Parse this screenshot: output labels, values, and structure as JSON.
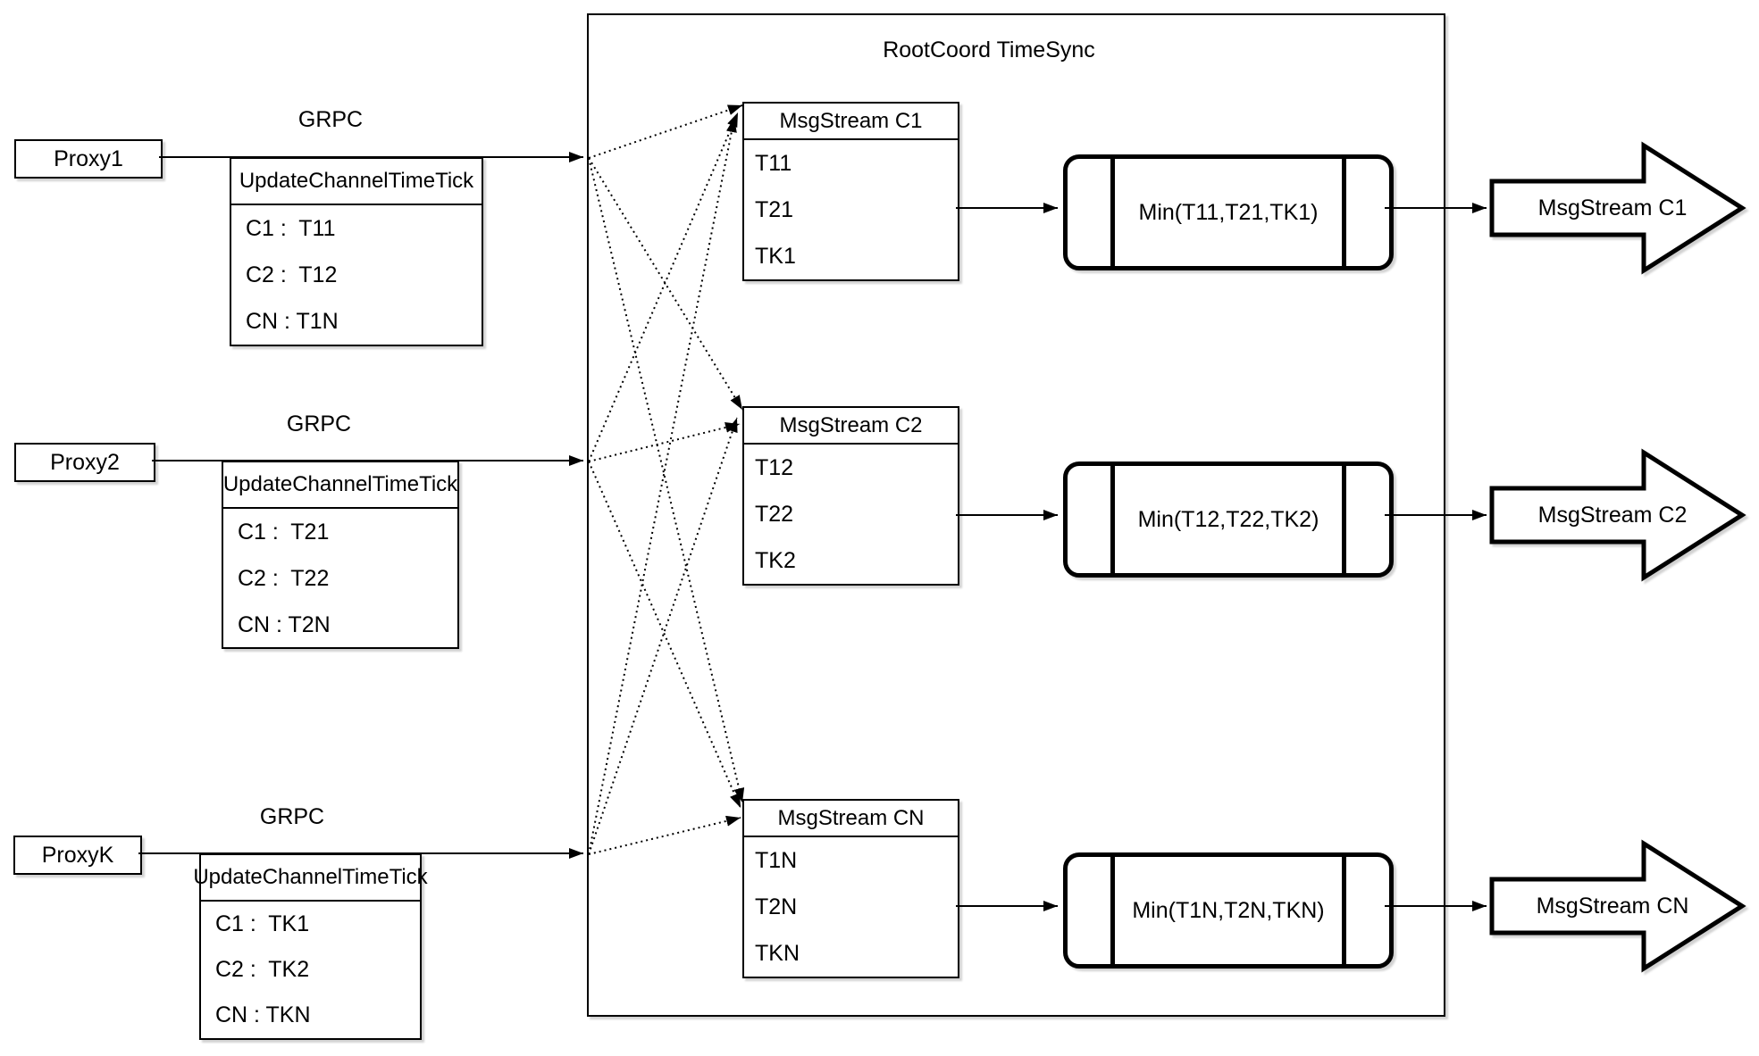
{
  "diagram": {
    "root_title": "RootCoord TimeSync",
    "grpc_label": "GRPC",
    "proxies": [
      {
        "name": "Proxy1",
        "table_header": "UpdateChannelTimeTick",
        "rows": [
          "C1 :  T11",
          "C2 :  T12",
          "CN : T1N"
        ]
      },
      {
        "name": "Proxy2",
        "table_header": "UpdateChannelTimeTick",
        "rows": [
          "C1 :  T21",
          "C2 :  T22",
          "CN : T2N"
        ]
      },
      {
        "name": "ProxyK",
        "table_header": "UpdateChannelTimeTick",
        "rows": [
          "C1 :  TK1",
          "C2 :  TK2",
          "CN : TKN"
        ]
      }
    ],
    "streams": [
      {
        "title": "MsgStream C1",
        "ticks": [
          "T11",
          "T21",
          "TK1"
        ],
        "min_label": "Min(T11,T21,TK1)",
        "output_label": "MsgStream C1"
      },
      {
        "title": "MsgStream C2",
        "ticks": [
          "T12",
          "T22",
          "TK2"
        ],
        "min_label": "Min(T12,T22,TK2)",
        "output_label": "MsgStream C2"
      },
      {
        "title": "MsgStream CN",
        "ticks": [
          "T1N",
          "T2N",
          "TKN"
        ],
        "min_label": "Min(T1N,T2N,TKN)",
        "output_label": "MsgStream CN"
      }
    ],
    "colors": {
      "stroke": "#000000",
      "background": "#ffffff"
    }
  }
}
